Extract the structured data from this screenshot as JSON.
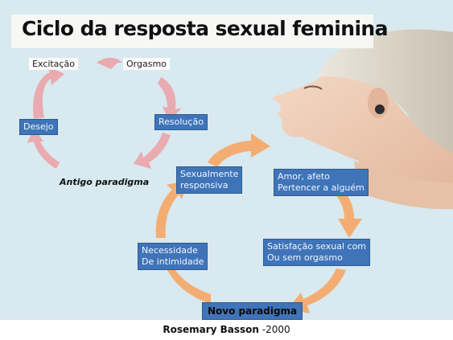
{
  "title": "Ciclo da resposta sexual feminina",
  "old_cycle": {
    "label": "Antigo paradigma",
    "stages": {
      "excitacao": "Excitação",
      "orgasmo": "Orgasmo",
      "desejo": "Desejo",
      "resolucao": "Resolução"
    }
  },
  "new_cycle": {
    "label": "Novo paradigma",
    "stages": {
      "sexualmente_responsiva_line1": "Sexualmente",
      "sexualmente_responsiva_line2": "responsiva",
      "amor_afeto_line1": "Amor, afeto",
      "amor_afeto_line2": "Pertencer a alguém",
      "satisfacao_line1": "Satisfação sexual com",
      "satisfacao_line2": "Ou sem orgasmo",
      "intimidade_line1": "Necessidade",
      "intimidade_line2": "De intimidade"
    }
  },
  "footer": {
    "author": "Rosemary Basson",
    "year": "-2000"
  },
  "colors": {
    "background": "#d8e9ef",
    "label_box": "#3f74b8",
    "old_arrow": "#e9aab0",
    "new_arrow": "#f3ad72"
  }
}
